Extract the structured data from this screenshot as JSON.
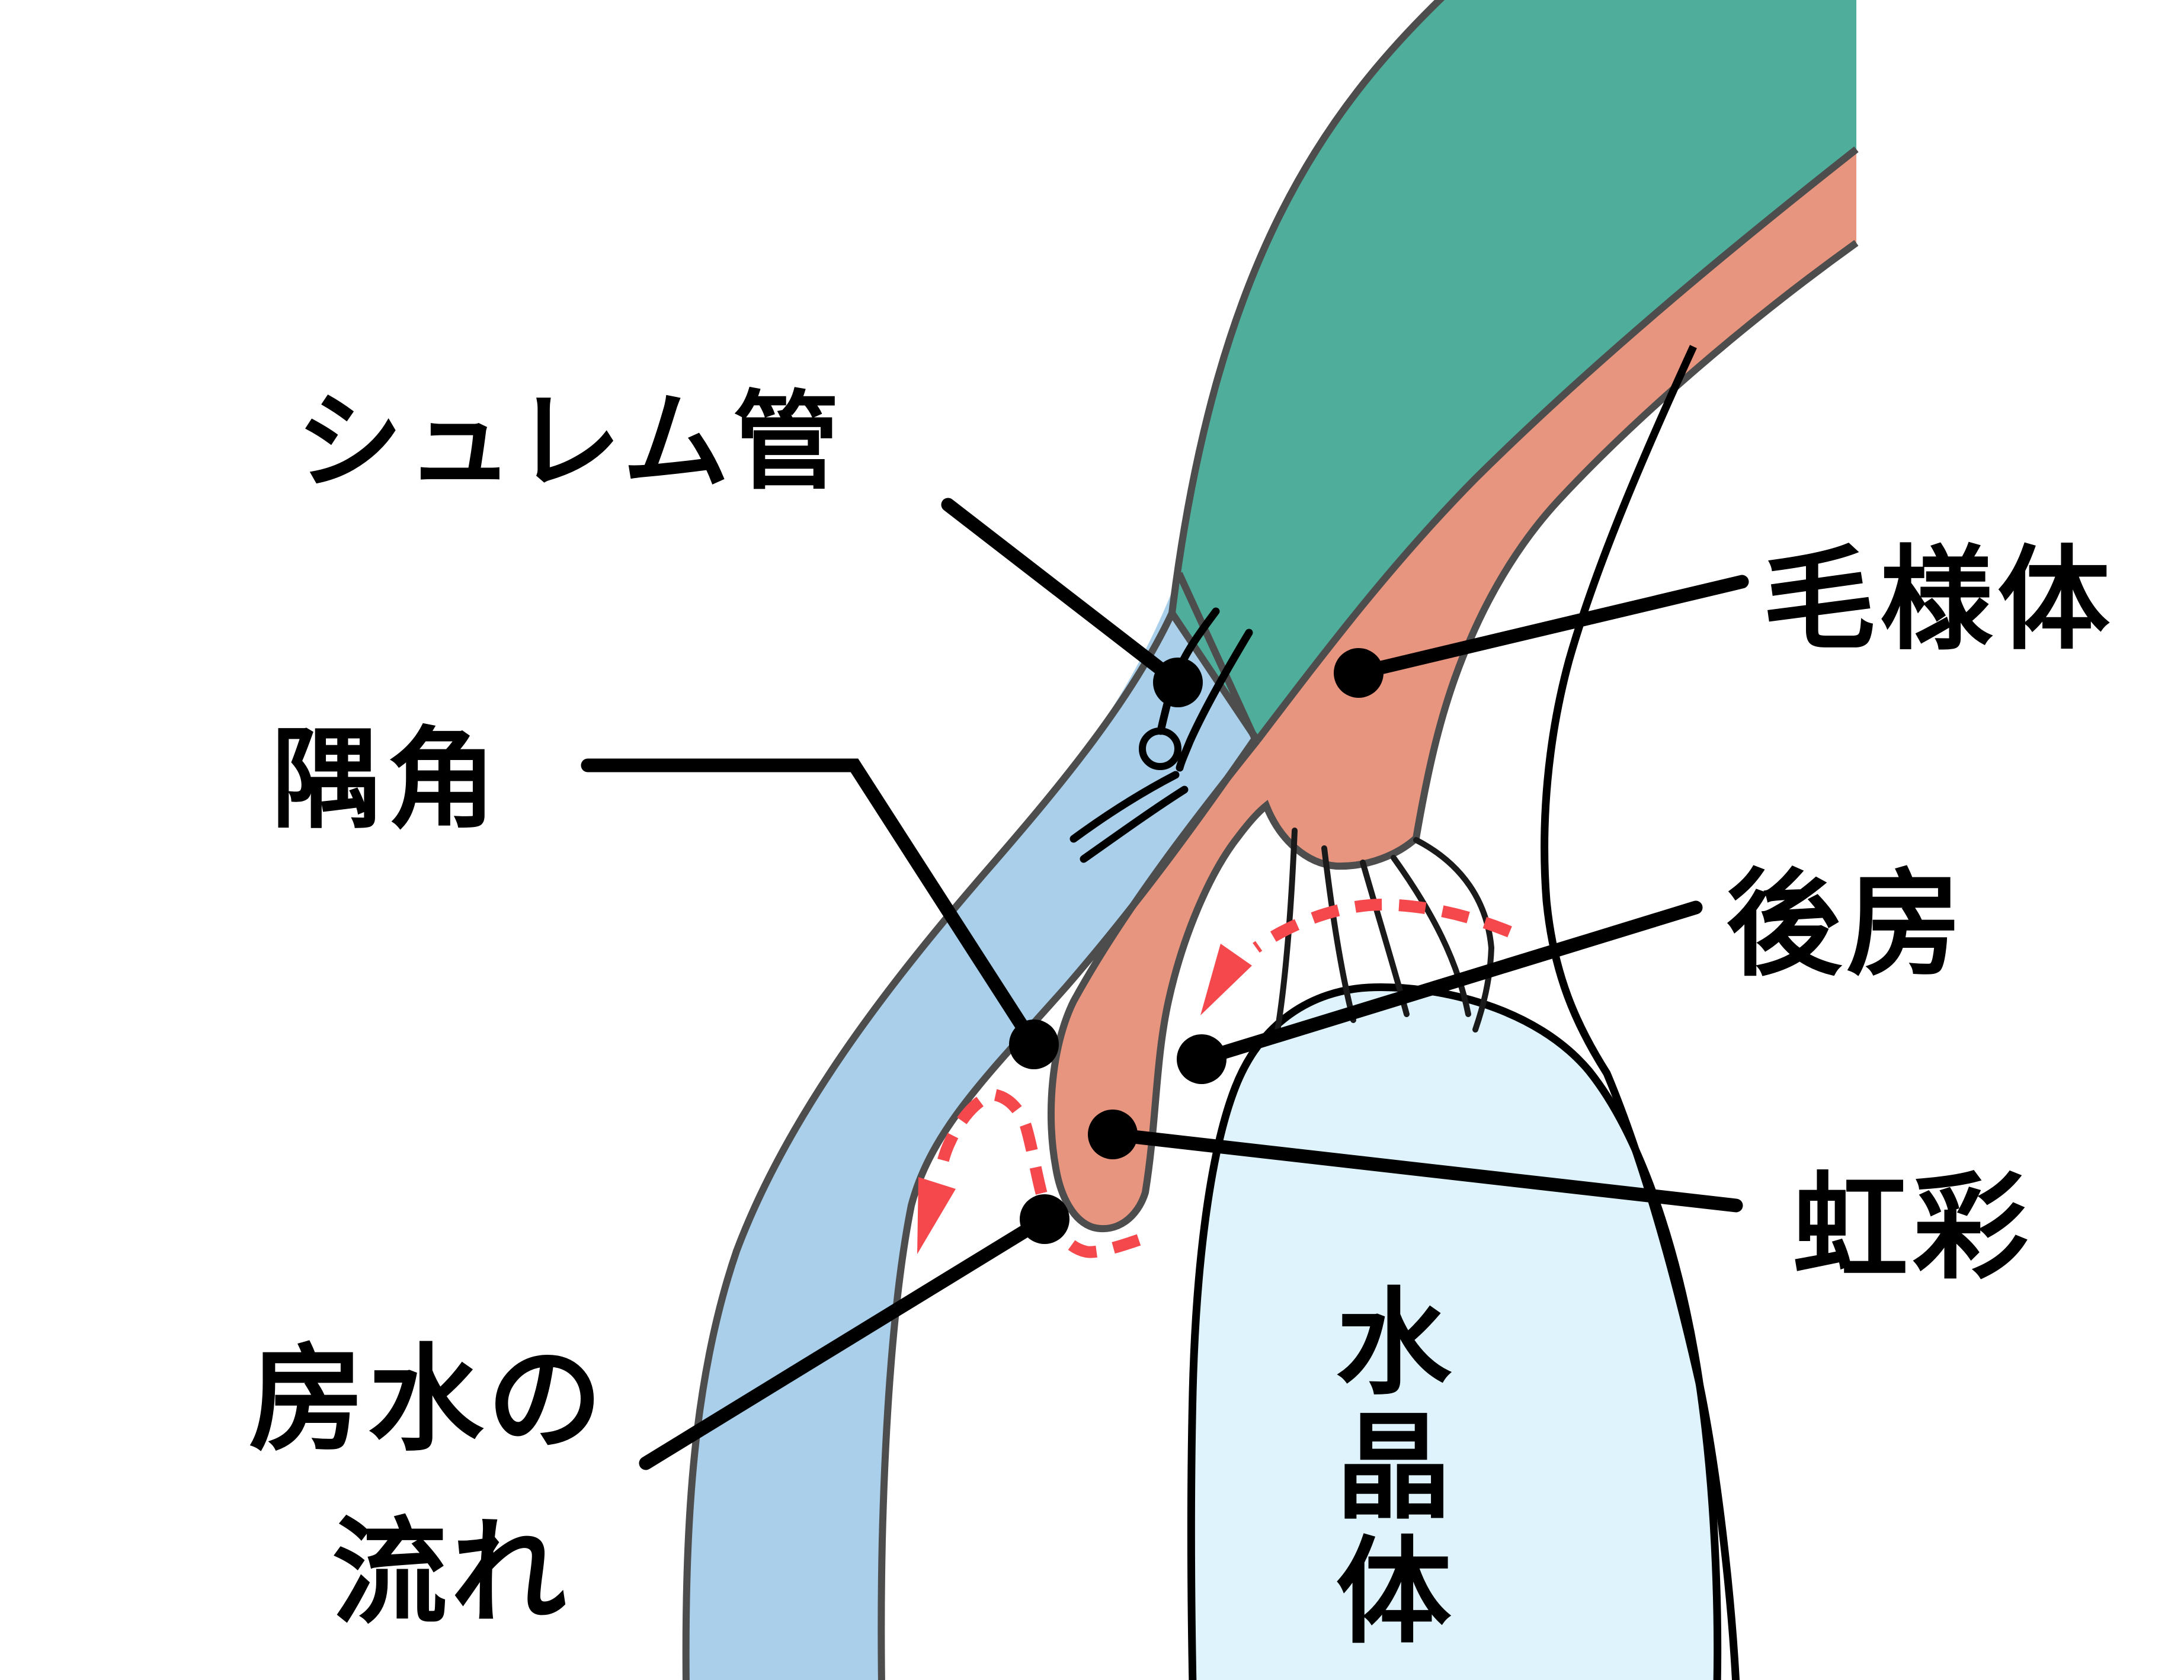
{
  "figure": {
    "type": "eye-anterior-chamber-cross-section"
  },
  "labels": {
    "schlemm_canal": "シュレム管",
    "angle": "隅角",
    "ciliary_body": "毛様体",
    "posterior_chamber": "後房",
    "iris": "虹彩",
    "aqueous_flow": [
      "房水の",
      "流れ"
    ],
    "lens": [
      "水",
      "晶",
      "体"
    ]
  },
  "colors": {
    "background": "#FFFFFF",
    "sclera": "#4FAE9B",
    "cornea": "#A9CFEA",
    "uvea": "#E8957F",
    "lens_fill": "#DFF3FC",
    "band_outline": "#4D4D4D",
    "detail_line": "#000000",
    "zonule_line": "#1A1A1A",
    "flow_arrow": "#F4484D",
    "text": "#000000"
  }
}
